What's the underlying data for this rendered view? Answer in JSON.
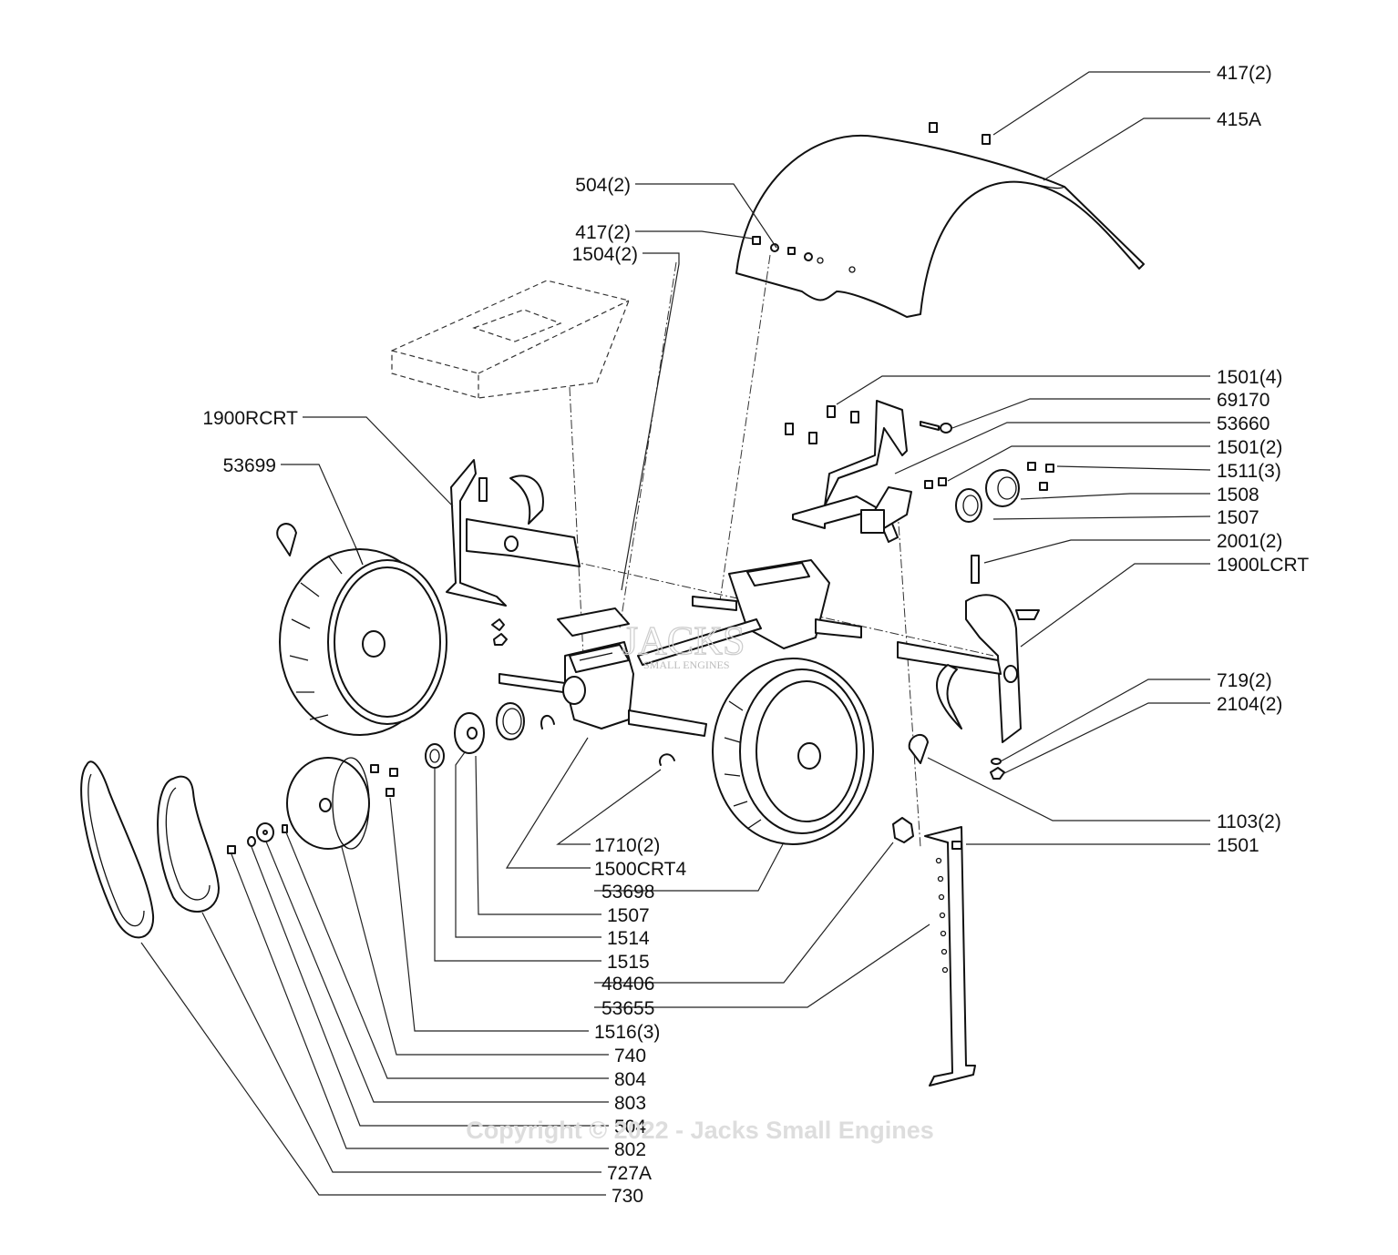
{
  "watermark": "Copyright © 2022 - Jacks Small Engines",
  "logo": {
    "name": "JACKS",
    "sub": "SMALL ENGINES"
  },
  "labels": [
    {
      "id": "417-2-top",
      "text": "417(2)"
    },
    {
      "id": "415A",
      "text": "415A"
    },
    {
      "id": "504-2",
      "text": "504(2)"
    },
    {
      "id": "417-2",
      "text": "417(2)"
    },
    {
      "id": "1504-2",
      "text": "1504(2)"
    },
    {
      "id": "1900RCRT",
      "text": "1900RCRT"
    },
    {
      "id": "53699",
      "text": "53699"
    },
    {
      "id": "1501-4",
      "text": "1501(4)"
    },
    {
      "id": "69170",
      "text": "69170"
    },
    {
      "id": "53660",
      "text": "53660"
    },
    {
      "id": "1501-2",
      "text": "1501(2)"
    },
    {
      "id": "1511-3",
      "text": "1511(3)"
    },
    {
      "id": "1508",
      "text": "1508"
    },
    {
      "id": "1507-r",
      "text": "1507"
    },
    {
      "id": "2001-2",
      "text": "2001(2)"
    },
    {
      "id": "1900LCRT",
      "text": "1900LCRT"
    },
    {
      "id": "719-2",
      "text": "719(2)"
    },
    {
      "id": "2104-2",
      "text": "2104(2)"
    },
    {
      "id": "1103-2",
      "text": "1103(2)"
    },
    {
      "id": "1501-r",
      "text": "1501"
    },
    {
      "id": "1710-2",
      "text": "1710(2)"
    },
    {
      "id": "1500CRT4",
      "text": "1500CRT4"
    },
    {
      "id": "53698",
      "text": "53698"
    },
    {
      "id": "1507-b",
      "text": "1507"
    },
    {
      "id": "1514",
      "text": "1514"
    },
    {
      "id": "1515",
      "text": "1515"
    },
    {
      "id": "48406",
      "text": "48406"
    },
    {
      "id": "53655",
      "text": "53655"
    },
    {
      "id": "1516-3",
      "text": "1516(3)"
    },
    {
      "id": "740",
      "text": "740"
    },
    {
      "id": "804",
      "text": "804"
    },
    {
      "id": "803",
      "text": "803"
    },
    {
      "id": "504",
      "text": "504"
    },
    {
      "id": "802",
      "text": "802"
    },
    {
      "id": "727A",
      "text": "727A"
    },
    {
      "id": "730",
      "text": "730"
    }
  ]
}
